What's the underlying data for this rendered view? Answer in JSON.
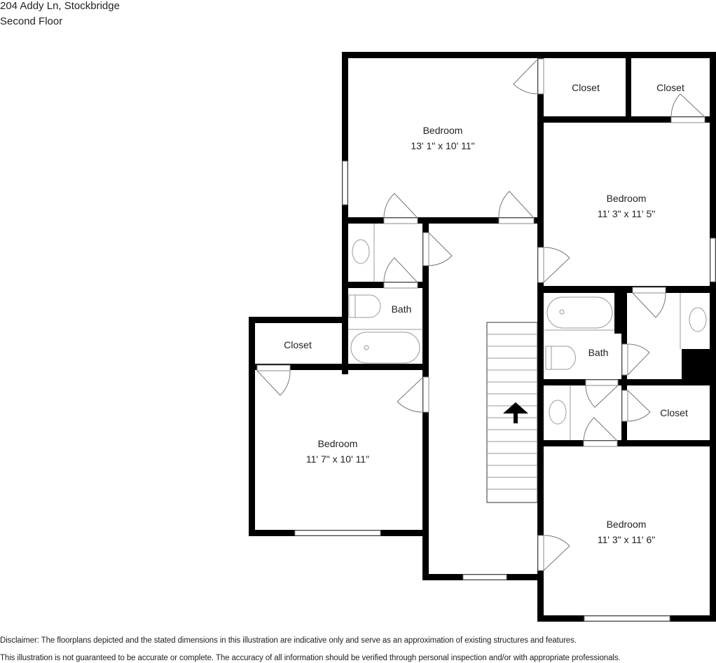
{
  "header": {
    "address": "204 Addy Ln, Stockbridge",
    "floor": "Second Floor"
  },
  "rooms": [
    {
      "name": "Bedroom",
      "dimensions": "13' 1\" x 10' 11\""
    },
    {
      "name": "Closet"
    },
    {
      "name": "Closet"
    },
    {
      "name": "Bedroom",
      "dimensions": "11' 3\" x 11' 5\""
    },
    {
      "name": "Bath"
    },
    {
      "name": "Closet"
    },
    {
      "name": "Bedroom",
      "dimensions": "11' 7\" x 10' 11\""
    },
    {
      "name": "Bath"
    },
    {
      "name": "Closet"
    },
    {
      "name": "Bedroom",
      "dimensions": "11' 3\" x 11' 6\""
    }
  ],
  "stairs": {
    "direction": "up",
    "icon": "arrow-up-icon"
  },
  "disclaimer": {
    "line1": "Disclaimer: The floorplans depicted and the stated dimensions in this illustration are indicative only and serve as an approximation of existing structures and features.",
    "line2": "This illustration is not guaranteed to be accurate or complete. The accuracy of all information should be verified through personal inspection and/or with appropriate professionals."
  },
  "colors": {
    "wall": "#000000",
    "background": "#ffffff",
    "fixture": "#999999"
  }
}
